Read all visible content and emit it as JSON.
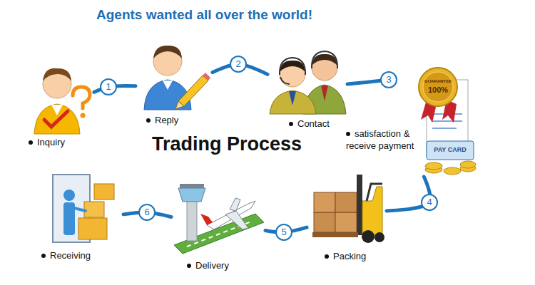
{
  "diagram": {
    "title": "Agents wanted all over the world!",
    "nodes": [
      {
        "text": [
          "Inquiry"
        ]
      },
      {
        "text": [
          "Reply"
        ]
      },
      {
        "text": [
          "Contact"
        ]
      },
      {
        "text": [
          "satisfaction & receive payment"
        ]
      },
      {
        "text": [
          "Packing"
        ]
      },
      {
        "text": [
          "Delivery"
        ]
      },
      {
        "text": [
          "Receiving"
        ]
      }
    ],
    "edges": [
      {
        "from": 0,
        "to": 1,
        "label": "1",
        "arrow": "none"
      },
      {
        "from": 1,
        "to": 2,
        "label": "2",
        "arrow": "none"
      },
      {
        "from": 2,
        "to": 3,
        "label": "3",
        "arrow": "none"
      },
      {
        "from": 3,
        "to": 4,
        "label": "4",
        "arrow": "none"
      },
      {
        "from": 4,
        "to": 5,
        "label": "5",
        "arrow": "none"
      },
      {
        "from": 5,
        "to": 6,
        "label": "6",
        "arrow": "none"
      }
    ],
    "labels": [
      "Trading Process",
      "100%",
      "GUARANTEE",
      "PAY CARD"
    ]
  }
}
